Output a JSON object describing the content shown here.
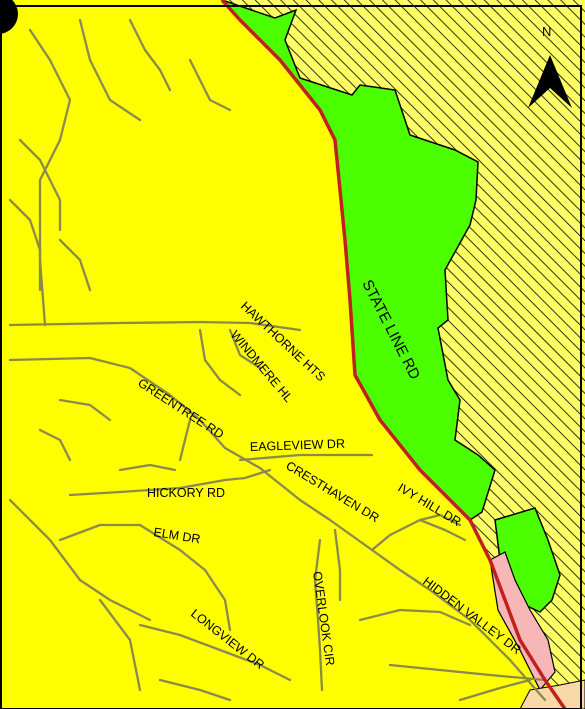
{
  "map": {
    "colors": {
      "residential": "#ffff00",
      "park": "#4cff00",
      "other_state": "#ffff66",
      "commercial": "#f7b7b7",
      "bottom_corner": "#fbd9a6",
      "state_line": "#c0201f",
      "road": "#8c8a4a"
    },
    "north_arrow": {
      "label": "N",
      "icon": "north-arrow-icon"
    },
    "labels": {
      "state_line_rd": "STATE LINE RD",
      "hawthorne_hts": "HAWTHORNE HTS",
      "windmere_hl": "WINDMERE HL",
      "greentree_rd": "GREENTREE RD",
      "eagleview_dr": "EAGLEVIEW DR",
      "cresthaven_dr": "CRESTHAVEN DR",
      "hickory_rd": "HICKORY RD",
      "ivy_hill_dr": "IVY HILL DR",
      "elm_dr": "ELM DR",
      "overlook_cir": "OVERLOOK CIR",
      "hidden_valley_dr": "HIDDEN VALLEY DR",
      "longview_dr": "LONGVIEW DR"
    }
  }
}
